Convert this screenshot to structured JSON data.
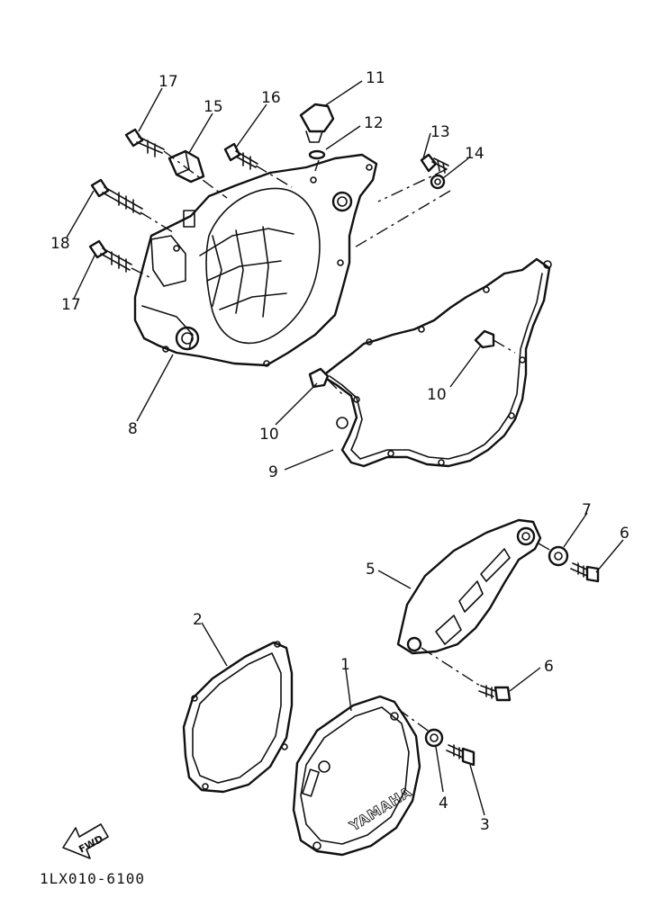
{
  "diagram": {
    "callouts": [
      "1",
      "2",
      "3",
      "4",
      "5",
      "6",
      "6",
      "7",
      "8",
      "9",
      "10",
      "10",
      "11",
      "12",
      "13",
      "14",
      "15",
      "16",
      "17",
      "17",
      "18"
    ],
    "brand_text": "YAMAHA",
    "fwd_label": "FWD",
    "part_code": "1LX010-6100"
  }
}
